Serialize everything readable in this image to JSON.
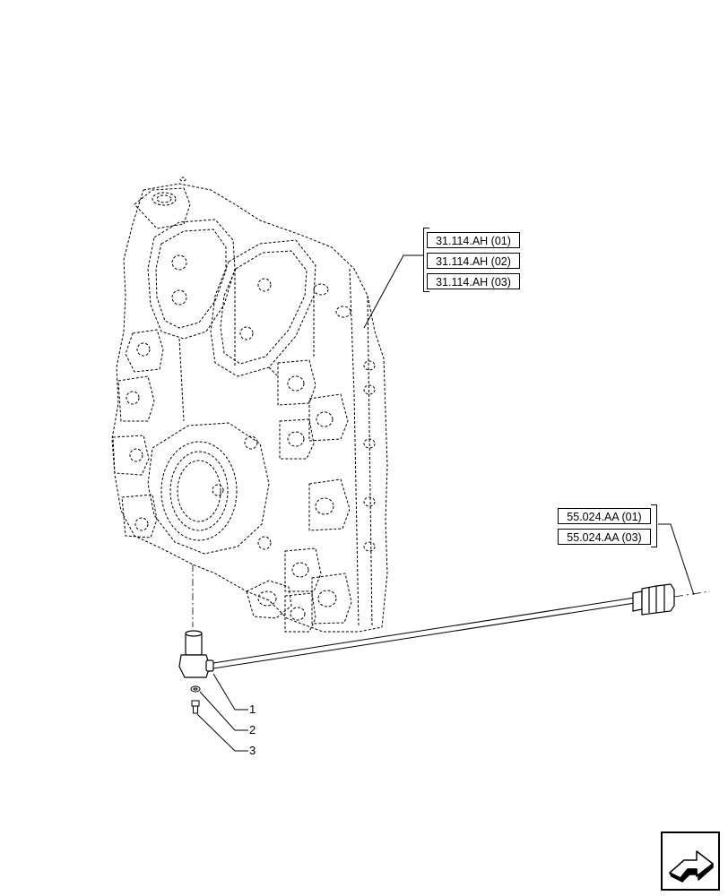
{
  "references": {
    "group_a": [
      "31.114.AH (01)",
      "31.114.AH (02)",
      "31.114.AH (03)"
    ],
    "group_b": [
      "55.024.AA (01)",
      "55.024.AA (03)"
    ]
  },
  "callouts": [
    "1",
    "2",
    "3"
  ],
  "nav": {
    "icon": "next-page-arrow-icon"
  }
}
